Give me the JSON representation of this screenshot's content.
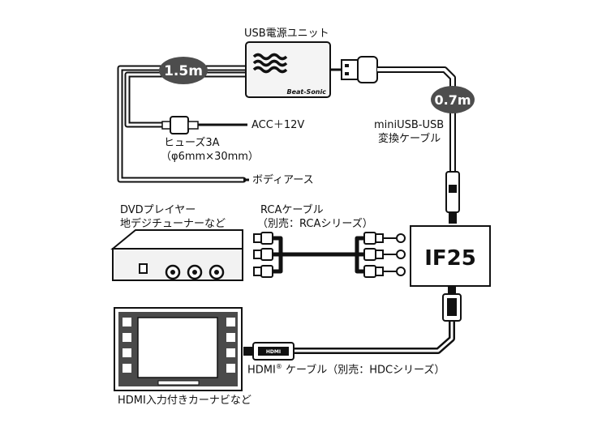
{
  "labels": {
    "usb_unit": "USB電源ユニット",
    "brand": "Beat-Sonic",
    "len_1_5m": "1.5m",
    "len_0_7m": "0.7m",
    "acc": "ACC＋12V",
    "fuse_line1": "ヒューズ3A",
    "fuse_line2": "（φ6mm×30mm）",
    "ground": "ボディアース",
    "miniusb_line1": "miniUSB-USB",
    "miniusb_line2": "変換ケーブル",
    "dvd_line1": "DVDプレイヤー",
    "dvd_line2": "地デジチューナーなど",
    "rca_line1": "RCAケーブル",
    "rca_line2": "（別売：RCAシリーズ）",
    "if25": "IF25",
    "hdmi_cable_pre": "HDMI",
    "hdmi_cable_sup": "®",
    "hdmi_cable_post": " ケーブル（別売：HDCシリーズ）",
    "nav": "HDMI入力付きカーナビなど",
    "hdmi_plug_text": "HDMI"
  },
  "colors": {
    "line": "#111111",
    "badge": "#4d4d4d",
    "device_face": "#f2f2f2",
    "background": "#ffffff"
  }
}
